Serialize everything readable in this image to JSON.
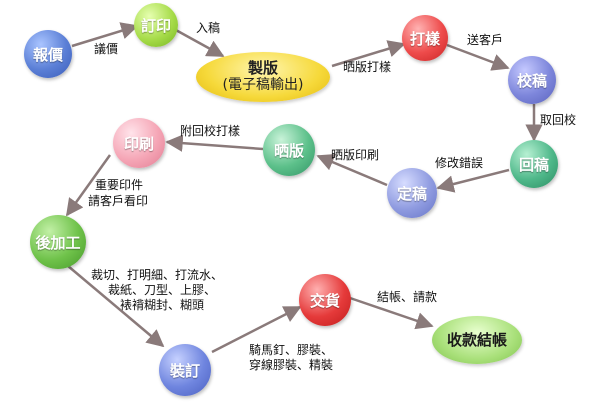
{
  "nodes": {
    "baojia": "報價",
    "dingyin": "訂印",
    "zhiban": "製版",
    "zhiban_sub": "(電子稿輸出)",
    "dayang": "打樣",
    "jiaogao": "校稿",
    "huigao": "回稿",
    "dinggao": "定稿",
    "shaiban": "晒版",
    "yinshua": "印刷",
    "houjiagong": "後加工",
    "zhuangding": "裝訂",
    "jiaohuo": "交貨",
    "shoukuan": "收款結帳"
  },
  "edge_labels": {
    "yijia": "議價",
    "rugao": "入稿",
    "shaiban_dayang": "晒版打樣",
    "song_kehu": "送客戶",
    "qu_huixiao": "取回校",
    "xiugai_cuowu": "修改錯誤",
    "shaiban_yinshua": "晒版印刷",
    "fu_huixiao_dayang": "附回校打樣",
    "zhongyao_1": "重要印件",
    "zhongyao_2": "請客戶看印",
    "houjiagong_1": "裁切、打明細、打流水、",
    "houjiagong_2": "裁紙、刀型、上膠、",
    "houjiagong_3": "裱褙糊封、糊頭",
    "zhuangding_1": "騎馬釘、膠裝、",
    "zhuangding_2": "穿線膠裝、精裝",
    "jiezhang": "結帳、請款"
  },
  "colors": {
    "arrow": "#8a7a7a",
    "blue": "#5b7fd6",
    "green": "#8fcf3a",
    "red": "#e23a3a",
    "teal": "#3aa57a",
    "yellow": "#f2d22b",
    "pink": "#f0a0b0",
    "indigo": "#6e7fd0"
  }
}
